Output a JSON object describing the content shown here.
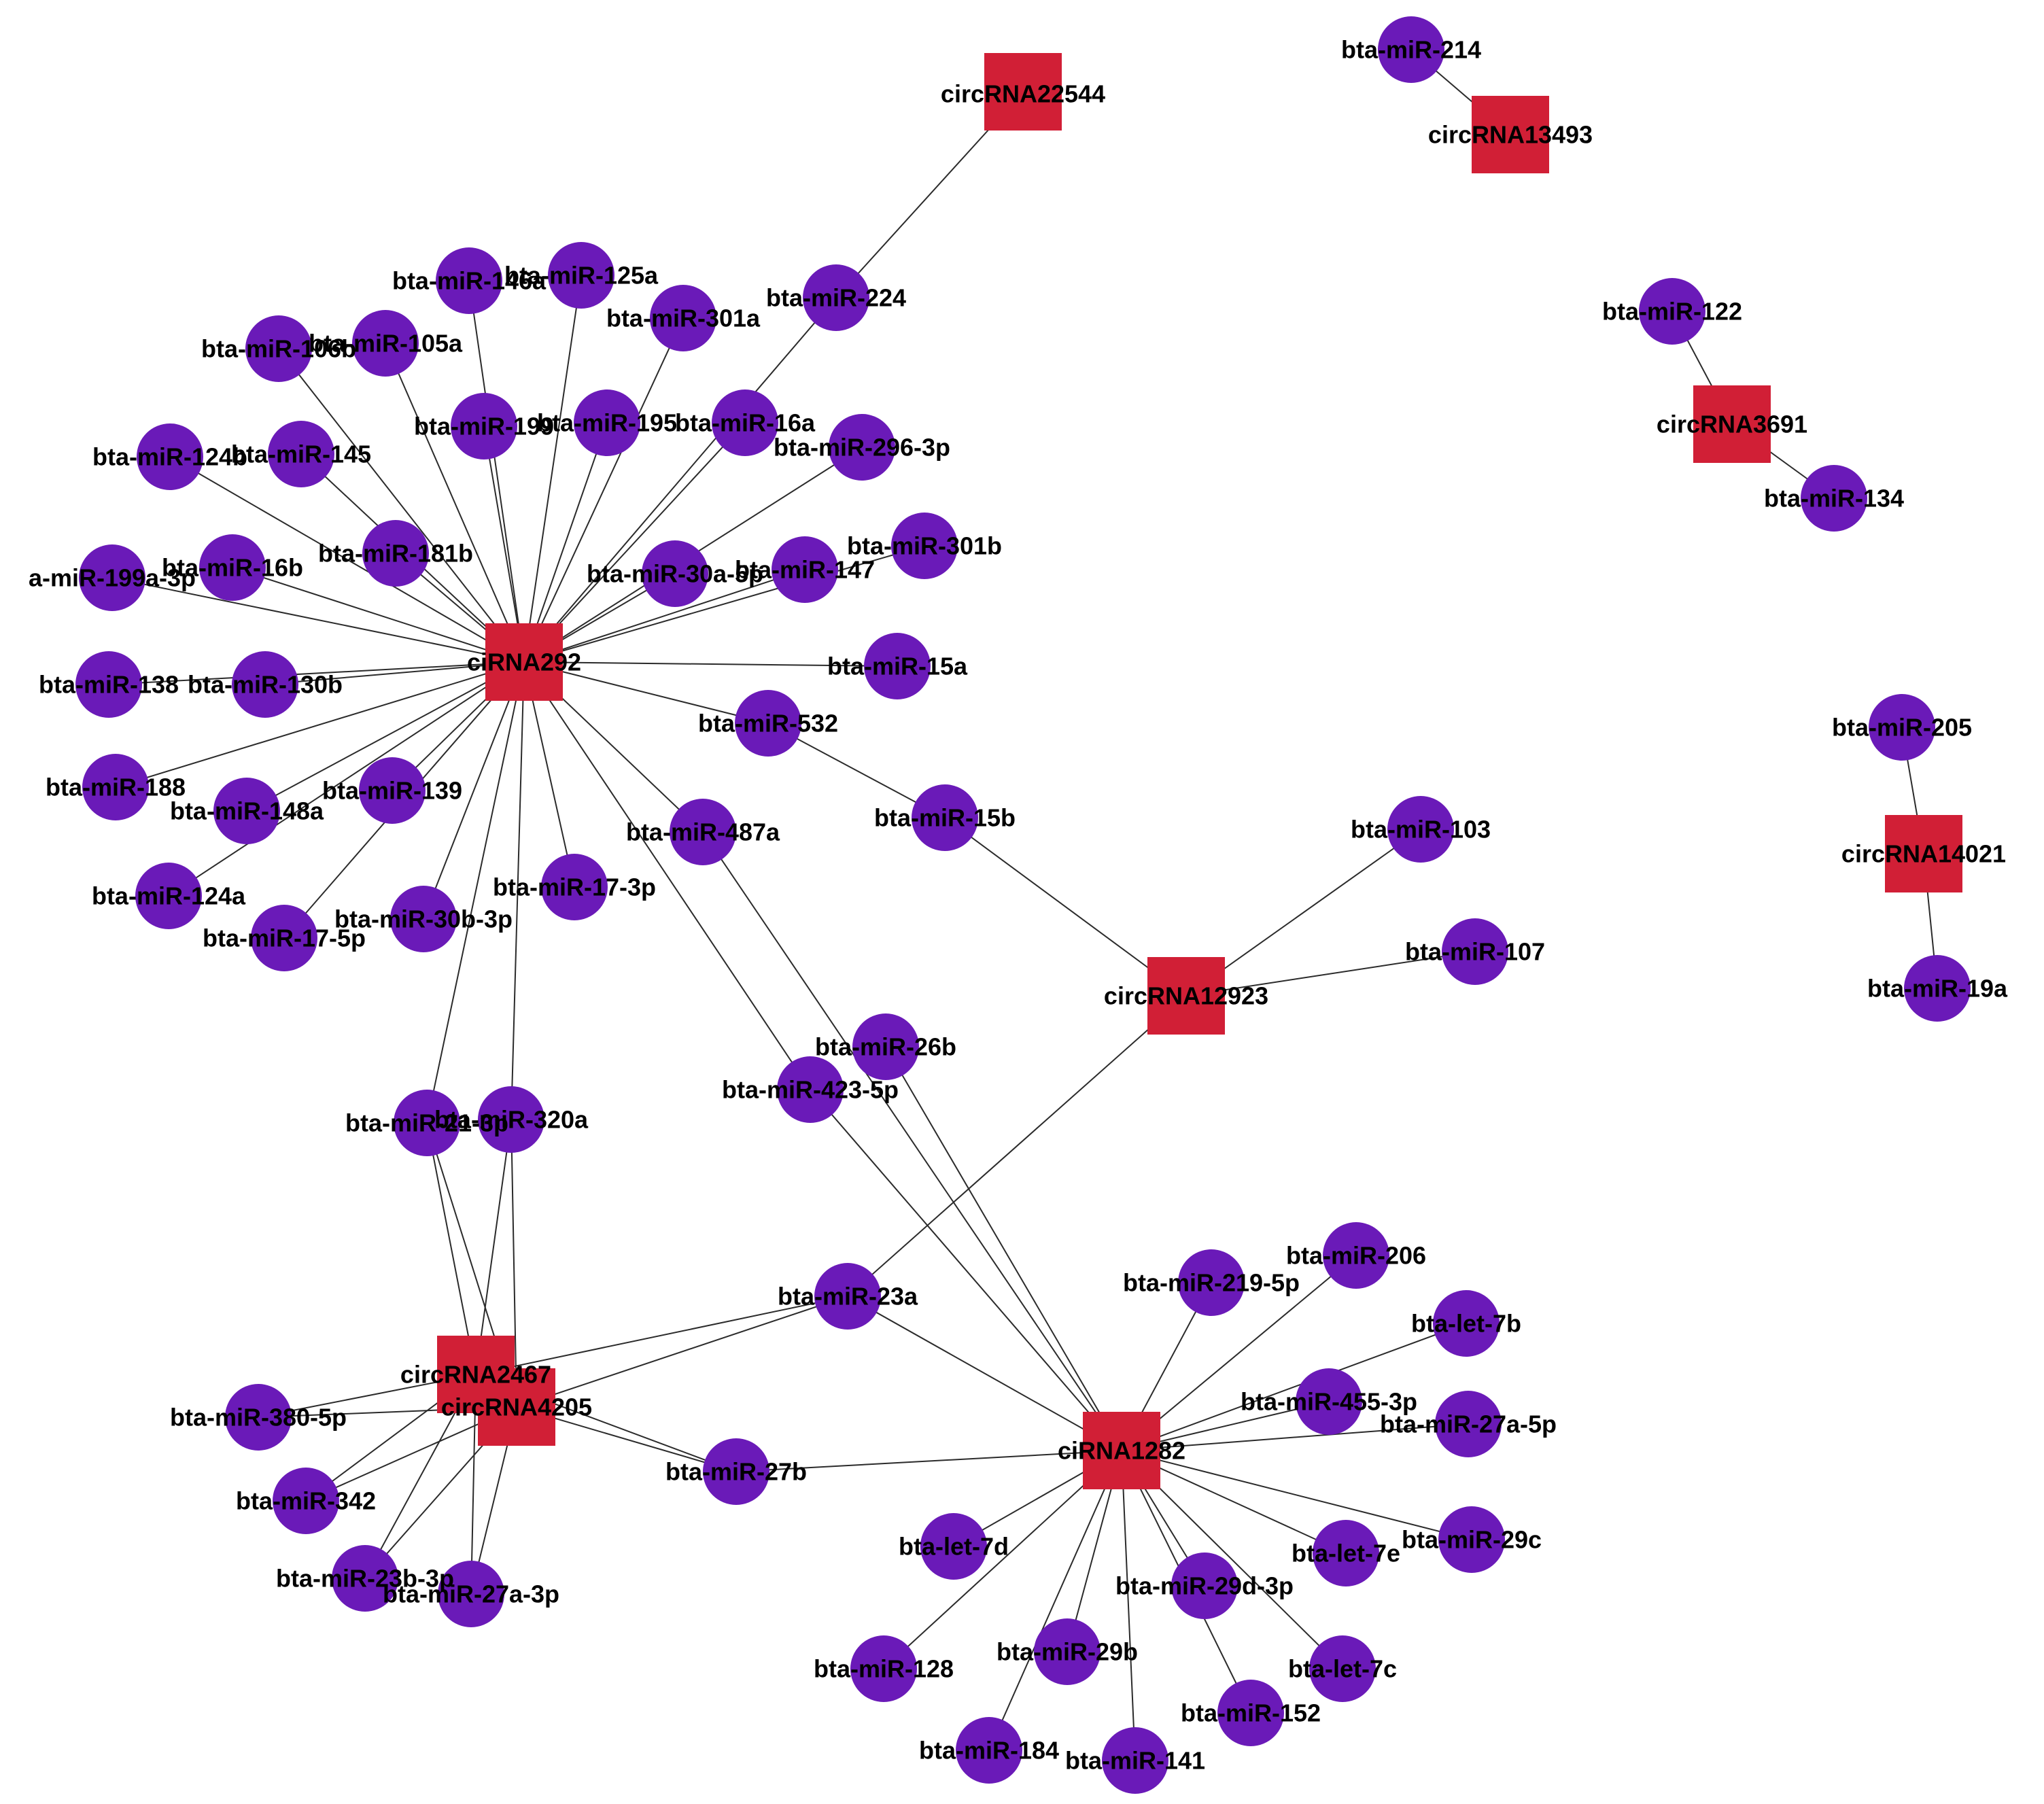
{
  "style": {
    "circ_color": "#d11f36",
    "mirna_color": "#6a1ab8",
    "edge_color": "#2b2b2b"
  },
  "nodes": [
    {
      "id": "c22544",
      "label": "circRNA22544",
      "kind": "circ"
    },
    {
      "id": "c13493",
      "label": "circRNA13493",
      "kind": "circ"
    },
    {
      "id": "c3691",
      "label": "circRNA3691",
      "kind": "circ"
    },
    {
      "id": "c14021",
      "label": "circRNA14021",
      "kind": "circ"
    },
    {
      "id": "ci292",
      "label": "ciRNA292",
      "kind": "circ"
    },
    {
      "id": "c12923",
      "label": "circRNA12923",
      "kind": "circ"
    },
    {
      "id": "c2467",
      "label": "circRNA2467",
      "kind": "circ"
    },
    {
      "id": "c4205",
      "label": "circRNA4205",
      "kind": "circ"
    },
    {
      "id": "ci1282",
      "label": "ciRNA1282",
      "kind": "circ"
    },
    {
      "id": "m214",
      "label": "bta-miR-214",
      "kind": "mirna"
    },
    {
      "id": "m122",
      "label": "bta-miR-122",
      "kind": "mirna"
    },
    {
      "id": "m134",
      "label": "bta-miR-134",
      "kind": "mirna"
    },
    {
      "id": "m205",
      "label": "bta-miR-205",
      "kind": "mirna"
    },
    {
      "id": "m19a",
      "label": "bta-miR-19a",
      "kind": "mirna"
    },
    {
      "id": "m224",
      "label": "bta-miR-224",
      "kind": "mirna"
    },
    {
      "id": "m125a",
      "label": "bta-miR-125a",
      "kind": "mirna"
    },
    {
      "id": "m146a",
      "label": "bta-miR-146a",
      "kind": "mirna"
    },
    {
      "id": "m301a",
      "label": "bta-miR-301a",
      "kind": "mirna"
    },
    {
      "id": "m106b",
      "label": "bta-miR-106b",
      "kind": "mirna"
    },
    {
      "id": "m105a",
      "label": "bta-miR-105a",
      "kind": "mirna"
    },
    {
      "id": "m199",
      "label": "bta-miR-199",
      "kind": "mirna"
    },
    {
      "id": "m195",
      "label": "bta-miR-195",
      "kind": "mirna"
    },
    {
      "id": "m16a",
      "label": "bta-miR-16a",
      "kind": "mirna"
    },
    {
      "id": "m296",
      "label": "bta-miR-296-3p",
      "kind": "mirna"
    },
    {
      "id": "m124b",
      "label": "bta-miR-124b",
      "kind": "mirna"
    },
    {
      "id": "m145",
      "label": "bta-miR-145",
      "kind": "mirna"
    },
    {
      "id": "m181b",
      "label": "bta-miR-181b",
      "kind": "mirna"
    },
    {
      "id": "m199a3p",
      "label": "a-miR-199a-3p",
      "kind": "mirna"
    },
    {
      "id": "m16b",
      "label": "bta-miR-16b",
      "kind": "mirna"
    },
    {
      "id": "m30a5p",
      "label": "bta-miR-30a-5p",
      "kind": "mirna"
    },
    {
      "id": "m147",
      "label": "bta-miR-147",
      "kind": "mirna"
    },
    {
      "id": "m301b",
      "label": "bta-miR-301b",
      "kind": "mirna"
    },
    {
      "id": "m138",
      "label": "bta-miR-138",
      "kind": "mirna"
    },
    {
      "id": "m130b",
      "label": "bta-miR-130b",
      "kind": "mirna"
    },
    {
      "id": "m15a",
      "label": "bta-miR-15a",
      "kind": "mirna"
    },
    {
      "id": "m532",
      "label": "bta-miR-532",
      "kind": "mirna"
    },
    {
      "id": "m188",
      "label": "bta-miR-188",
      "kind": "mirna"
    },
    {
      "id": "m148a",
      "label": "bta-miR-148a",
      "kind": "mirna"
    },
    {
      "id": "m139",
      "label": "bta-miR-139",
      "kind": "mirna"
    },
    {
      "id": "m487a",
      "label": "bta-miR-487a",
      "kind": "mirna"
    },
    {
      "id": "m15b",
      "label": "bta-miR-15b",
      "kind": "mirna"
    },
    {
      "id": "m103",
      "label": "bta-miR-103",
      "kind": "mirna"
    },
    {
      "id": "m124a",
      "label": "bta-miR-124a",
      "kind": "mirna"
    },
    {
      "id": "m17_3p",
      "label": "bta-miR-17-3p",
      "kind": "mirna"
    },
    {
      "id": "m17_5p",
      "label": "bta-miR-17-5p",
      "kind": "mirna"
    },
    {
      "id": "m30b3p",
      "label": "bta-miR-30b-3p",
      "kind": "mirna"
    },
    {
      "id": "m107",
      "label": "bta-miR-107",
      "kind": "mirna"
    },
    {
      "id": "m26b",
      "label": "bta-miR-26b",
      "kind": "mirna"
    },
    {
      "id": "m423",
      "label": "bta-miR-423-5p",
      "kind": "mirna"
    },
    {
      "id": "m21_3p",
      "label": "bta-miR-21-3p",
      "kind": "mirna"
    },
    {
      "id": "m320a",
      "label": "bta-miR-320a",
      "kind": "mirna"
    },
    {
      "id": "m206",
      "label": "bta-miR-206",
      "kind": "mirna"
    },
    {
      "id": "m219",
      "label": "bta-miR-219-5p",
      "kind": "mirna"
    },
    {
      "id": "mlet7b",
      "label": "bta-let-7b",
      "kind": "mirna"
    },
    {
      "id": "m23a",
      "label": "bta-miR-23a",
      "kind": "mirna"
    },
    {
      "id": "m455",
      "label": "bta-miR-455-3p",
      "kind": "mirna"
    },
    {
      "id": "m27a5p",
      "label": "bta-miR-27a-5p",
      "kind": "mirna"
    },
    {
      "id": "m380",
      "label": "bta-miR-380-5p",
      "kind": "mirna"
    },
    {
      "id": "m27b",
      "label": "bta-miR-27b",
      "kind": "mirna"
    },
    {
      "id": "m342",
      "label": "bta-miR-342",
      "kind": "mirna"
    },
    {
      "id": "mlet7d",
      "label": "bta-let-7d",
      "kind": "mirna"
    },
    {
      "id": "mlet7e",
      "label": "bta-let-7e",
      "kind": "mirna"
    },
    {
      "id": "m29c",
      "label": "bta-miR-29c",
      "kind": "mirna"
    },
    {
      "id": "m23b",
      "label": "bta-miR-23b-3p",
      "kind": "mirna"
    },
    {
      "id": "m27a3p",
      "label": "bta-miR-27a-3p",
      "kind": "mirna"
    },
    {
      "id": "m29d",
      "label": "bta-miR-29d-3p",
      "kind": "mirna"
    },
    {
      "id": "m128",
      "label": "bta-miR-128",
      "kind": "mirna"
    },
    {
      "id": "m29b",
      "label": "bta-miR-29b",
      "kind": "mirna"
    },
    {
      "id": "mlet7c",
      "label": "bta-let-7c",
      "kind": "mirna"
    },
    {
      "id": "m152",
      "label": "bta-miR-152",
      "kind": "mirna"
    },
    {
      "id": "m184",
      "label": "bta-miR-184",
      "kind": "mirna"
    },
    {
      "id": "m141",
      "label": "bta-miR-141",
      "kind": "mirna"
    }
  ],
  "edges": [
    [
      "c22544",
      "m224"
    ],
    [
      "c13493",
      "m214"
    ],
    [
      "c3691",
      "m122"
    ],
    [
      "c3691",
      "m134"
    ],
    [
      "c14021",
      "m205"
    ],
    [
      "c14021",
      "m19a"
    ],
    [
      "ci292",
      "m224"
    ],
    [
      "ci292",
      "m125a"
    ],
    [
      "ci292",
      "m146a"
    ],
    [
      "ci292",
      "m301a"
    ],
    [
      "ci292",
      "m106b"
    ],
    [
      "ci292",
      "m105a"
    ],
    [
      "ci292",
      "m199"
    ],
    [
      "ci292",
      "m195"
    ],
    [
      "ci292",
      "m16a"
    ],
    [
      "ci292",
      "m296"
    ],
    [
      "ci292",
      "m124b"
    ],
    [
      "ci292",
      "m145"
    ],
    [
      "ci292",
      "m181b"
    ],
    [
      "ci292",
      "m199a3p"
    ],
    [
      "ci292",
      "m16b"
    ],
    [
      "ci292",
      "m30a5p"
    ],
    [
      "ci292",
      "m147"
    ],
    [
      "ci292",
      "m301b"
    ],
    [
      "ci292",
      "m138"
    ],
    [
      "ci292",
      "m130b"
    ],
    [
      "ci292",
      "m15a"
    ],
    [
      "ci292",
      "m532"
    ],
    [
      "ci292",
      "m188"
    ],
    [
      "ci292",
      "m148a"
    ],
    [
      "ci292",
      "m139"
    ],
    [
      "ci292",
      "m487a"
    ],
    [
      "ci292",
      "m124a"
    ],
    [
      "ci292",
      "m17_3p"
    ],
    [
      "ci292",
      "m17_5p"
    ],
    [
      "ci292",
      "m30b3p"
    ],
    [
      "ci292",
      "m423"
    ],
    [
      "ci292",
      "m21_3p"
    ],
    [
      "ci292",
      "m320a"
    ],
    [
      "m532",
      "m15b"
    ],
    [
      "c12923",
      "m15b"
    ],
    [
      "c12923",
      "m103"
    ],
    [
      "c12923",
      "m107"
    ],
    [
      "c12923",
      "m23a"
    ],
    [
      "c2467",
      "m21_3p"
    ],
    [
      "c2467",
      "m320a"
    ],
    [
      "c2467",
      "m23a"
    ],
    [
      "c2467",
      "m27b"
    ],
    [
      "c2467",
      "m380"
    ],
    [
      "c2467",
      "m342"
    ],
    [
      "c2467",
      "m23b"
    ],
    [
      "c2467",
      "m27a3p"
    ],
    [
      "c4205",
      "m21_3p"
    ],
    [
      "c4205",
      "m320a"
    ],
    [
      "c4205",
      "m23a"
    ],
    [
      "c4205",
      "m27b"
    ],
    [
      "c4205",
      "m380"
    ],
    [
      "c4205",
      "m342"
    ],
    [
      "c4205",
      "m23b"
    ],
    [
      "c4205",
      "m27a3p"
    ],
    [
      "ci1282",
      "m23a"
    ],
    [
      "ci1282",
      "m27b"
    ],
    [
      "ci1282",
      "m487a"
    ],
    [
      "ci1282",
      "m26b"
    ],
    [
      "ci1282",
      "m423"
    ],
    [
      "ci1282",
      "m219"
    ],
    [
      "ci1282",
      "m206"
    ],
    [
      "ci1282",
      "mlet7b"
    ],
    [
      "ci1282",
      "m455"
    ],
    [
      "ci1282",
      "m27a5p"
    ],
    [
      "ci1282",
      "mlet7d"
    ],
    [
      "ci1282",
      "mlet7e"
    ],
    [
      "ci1282",
      "m29c"
    ],
    [
      "ci1282",
      "m29d"
    ],
    [
      "ci1282",
      "m128"
    ],
    [
      "ci1282",
      "m29b"
    ],
    [
      "ci1282",
      "mlet7c"
    ],
    [
      "ci1282",
      "m152"
    ],
    [
      "ci1282",
      "m184"
    ],
    [
      "ci1282",
      "m141"
    ]
  ]
}
